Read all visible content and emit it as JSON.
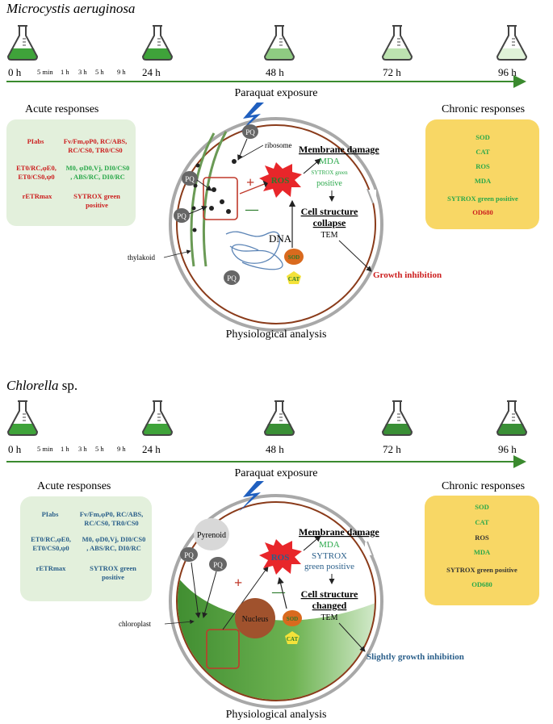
{
  "panels": [
    {
      "id": "mic",
      "organism": "Microcystis aeruginosa",
      "organism_suffix": "",
      "times_big": [
        "0 h",
        "24 h",
        "48 h",
        "72 h",
        "96 h"
      ],
      "times_small": [
        "5 min",
        "1 h",
        "3 h",
        "5 h",
        "9 h"
      ],
      "flask_levels": [
        "#3fa33a",
        "#3fa33a",
        "#8fcb82",
        "#bde3b0",
        "#dff2d8"
      ],
      "exposure_label": "Paraquat exposure",
      "acute_title": "Acute responses",
      "chronic_title": "Chronic responses",
      "acute_items": [
        {
          "text": "PIabs",
          "color": "#cc1f1f"
        },
        {
          "text": "Fv/Fm,φP0, RC/ABS,",
          "color": "#cc1f1f"
        },
        {
          "text": "RC/CS0, TR0/CS0",
          "color": "#cc1f1f"
        },
        {
          "text": "ET0/RC,φE0,",
          "color": "#cc1f1f"
        },
        {
          "text": "ET0/CS0,ψ0",
          "color": "#cc1f1f"
        },
        {
          "text": "M0, φD0,Vj, DI0/CS0",
          "color": "#2aa84a"
        },
        {
          "text": ", ABS/RC, DI0/RC",
          "color": "#2aa84a"
        },
        {
          "text": "rETRmax",
          "color": "#cc1f1f"
        },
        {
          "text": "SYTROX green",
          "color": "#cc1f1f"
        },
        {
          "text": "positive",
          "color": "#cc1f1f"
        }
      ],
      "chronic_items": [
        {
          "text": "SOD",
          "color": "#2aa84a"
        },
        {
          "text": "CAT",
          "color": "#2aa84a"
        },
        {
          "text": "ROS",
          "color": "#2aa84a"
        },
        {
          "text": "MDA",
          "color": "#2aa84a"
        },
        {
          "text": "SYTROX green positive",
          "color": "#2aa84a"
        },
        {
          "text": "OD680",
          "color": "#cc1f1f"
        }
      ],
      "cell": {
        "pq": "PQ",
        "ros": "ROS",
        "ribosome": "ribosome",
        "organelle_label": "thylakoid",
        "dna": "DNA",
        "sod": "SOD",
        "cat": "CAT",
        "membrane_damage": "Membrane damage",
        "mda": "MDA",
        "sytrox_line1": "SYTROX green",
        "sytrox_line2": "positive",
        "cell_structure_line1": "Cell structure",
        "cell_structure_line2": "collapse",
        "tem": "TEM",
        "outcome": "Growth inhibition",
        "outcome_color": "#cc1f1f",
        "physiological": "Physiological analysis"
      }
    },
    {
      "id": "chl",
      "organism": "Chlorella",
      "organism_suffix": " sp.",
      "times_big": [
        "0 h",
        "24 h",
        "48 h",
        "72 h",
        "96 h"
      ],
      "times_small": [
        "5 min",
        "1 h",
        "3 h",
        "5 h",
        "9 h"
      ],
      "flask_levels": [
        "#3fa33a",
        "#3fa33a",
        "#3a8f36",
        "#3a8f36",
        "#3a8f36"
      ],
      "exposure_label": "Paraquat exposure",
      "acute_title": "Acute responses",
      "chronic_title": "Chronic responses",
      "acute_items": [
        {
          "text": "PIabs",
          "color": "#2a5f8a"
        },
        {
          "text": "Fv/Fm,φP0, RC/ABS,",
          "color": "#2a5f8a"
        },
        {
          "text": "RC/CS0, TR0/CS0",
          "color": "#2a5f8a"
        },
        {
          "text": "ET0/RC,φE0,",
          "color": "#2a5f8a"
        },
        {
          "text": "ET0/CS0,ψ0",
          "color": "#2a5f8a"
        },
        {
          "text": "M0, φD0,Vj, DI0/CS0",
          "color": "#2a5f8a"
        },
        {
          "text": ", ABS/RC, DI0/RC",
          "color": "#2a5f8a"
        },
        {
          "text": "rETRmax",
          "color": "#2a5f8a"
        },
        {
          "text": "SYTROX green",
          "color": "#2a5f8a"
        },
        {
          "text": "positive",
          "color": "#2a5f8a"
        }
      ],
      "chronic_items": [
        {
          "text": "SOD",
          "color": "#2aa84a"
        },
        {
          "text": "CAT",
          "color": "#2aa84a"
        },
        {
          "text": "ROS",
          "color": "#333333"
        },
        {
          "text": "MDA",
          "color": "#2aa84a"
        },
        {
          "text": "SYTROX green positive",
          "color": "#333333"
        },
        {
          "text": "OD680",
          "color": "#2aa84a"
        }
      ],
      "cell": {
        "pq": "PQ",
        "ros": "ROS",
        "pyrenoid": "Pyrenoid",
        "nucleus": "Nucleus",
        "organelle_label": "chloroplast",
        "sod": "SOD",
        "cat": "CAT",
        "membrane_damage": "Membrane damage",
        "mda": "MDA",
        "sytrox_line1": "SYTROX",
        "sytrox_line2": "green positive",
        "cell_structure_line1": "Cell structure",
        "cell_structure_line2": "changed",
        "tem": "TEM",
        "outcome": "Slightly growth inhibition",
        "outcome_color": "#2a5f8a",
        "physiological": "Physiological analysis"
      }
    }
  ]
}
